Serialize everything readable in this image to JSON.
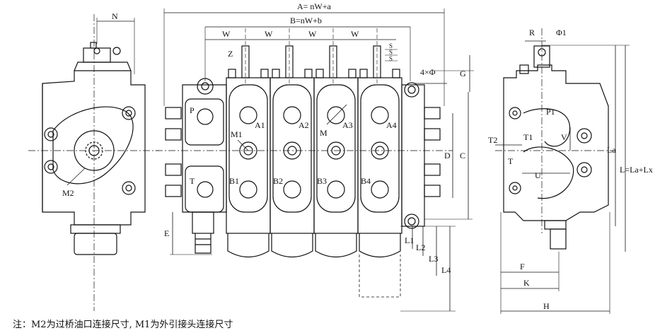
{
  "labels": {
    "n": "N",
    "a_total": "A= nW+a",
    "b_total": "B=nW+b",
    "w": "W",
    "z": "Z",
    "s": "S",
    "holes": "4×Φ",
    "g": "G",
    "r": "R",
    "phi1": "Φ1",
    "p": "P",
    "t": "T",
    "m1": "M1",
    "m": "M",
    "m2": "M2",
    "p1": "P1",
    "t1": "T1",
    "t2": "T2",
    "v": "V",
    "u": "U",
    "d": "D",
    "c": "C",
    "e": "E",
    "l1": "L1",
    "l2": "L2",
    "l3": "L3",
    "l4": "L4",
    "la": "La",
    "l_total": "L=La+Lx",
    "f": "F",
    "k": "K",
    "h": "H",
    "a1": "A1",
    "a2": "A2",
    "a3": "A3",
    "a4": "A4",
    "b1": "B1",
    "b2": "B2",
    "b3": "B3",
    "b4": "B4"
  },
  "note": "注：M2为过桥油口连接尺寸, M1为外引接头连接尺寸"
}
